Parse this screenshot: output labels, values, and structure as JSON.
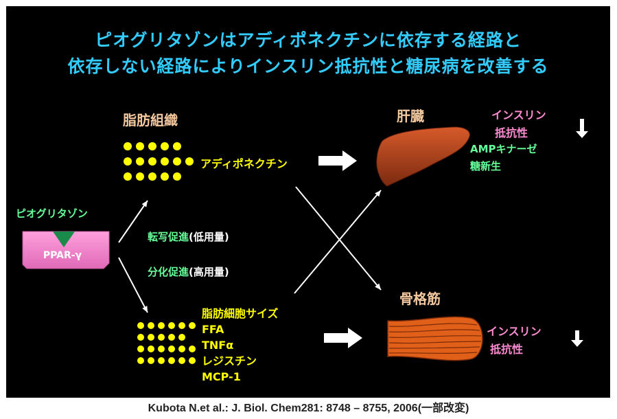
{
  "title": {
    "line1": "ピオグリタゾンはアディポネクチンに依存する経路と",
    "line2": "依存しない経路によりインスリン抵抗性と糖尿病を改善する"
  },
  "adipose": {
    "label": "脂肪組織",
    "adiponectin": "アディポネクチン"
  },
  "drug": {
    "name": "ピオグリタゾン",
    "receptor": "PPAR-γ"
  },
  "pathways": {
    "transcription": {
      "term": "転写促進",
      "note": "(低用量)"
    },
    "differentiation": {
      "term": "分化促進",
      "note": "(高用量)"
    }
  },
  "liver": {
    "label": "肝臓",
    "insulin": "インスリン",
    "resistance": "抵抗性",
    "ampk": "AMPキナーゼ",
    "gluconeo": "糖新生",
    "arrow_icon": "down-arrow-icon"
  },
  "adipocyte": {
    "items": [
      "脂肪細胞サイズ",
      "FFA",
      "TNFα",
      "レジスチン",
      "MCP-1"
    ]
  },
  "muscle": {
    "label": "骨格筋",
    "insulin": "インスリン",
    "resistance": "抵抗性",
    "arrow_icon": "down-arrow-icon"
  },
  "citation": "Kubota N.et al.: J. Biol. Chem281: 8748 – 8755, 2006(一部改変)",
  "colors": {
    "background": "#000000",
    "title": "#33ccff",
    "header": "#f5c9a0",
    "pink": "#ff8cd2",
    "green": "#66ff99",
    "yellow": "#ffff00",
    "liver": "#b8421c",
    "muscle": "#e0601a"
  }
}
